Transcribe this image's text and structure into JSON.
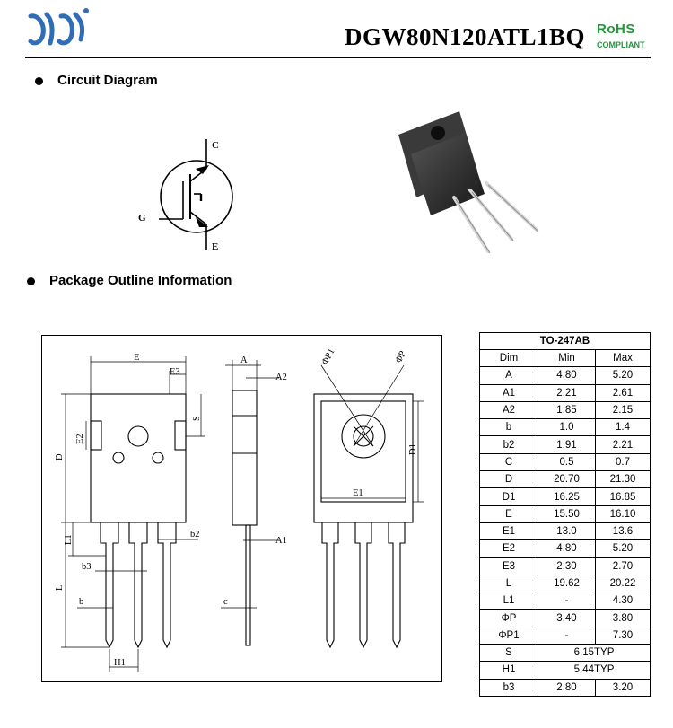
{
  "header": {
    "part_number": "DGW80N120ATL1BQ",
    "rohs_label": "RoHS",
    "rohs_sub": "COMPLIANT"
  },
  "sections": {
    "circuit": "Circuit Diagram",
    "package": "Package Outline Information"
  },
  "circuit": {
    "pin_c": "C",
    "pin_g": "G",
    "pin_e": "E"
  },
  "drawing_labels": {
    "E": "E",
    "E3": "E3",
    "E2": "E2",
    "S": "S",
    "D": "D",
    "L1": "L1",
    "b3": "b3",
    "L": "L",
    "b": "b",
    "b2": "b2",
    "H1": "H1",
    "A": "A",
    "A2": "A2",
    "A1": "A1",
    "c": "c",
    "phiP1": "ΦP1",
    "phiP": "ΦP",
    "D1": "D1",
    "E1": "E1"
  },
  "table": {
    "package": "TO-247AB",
    "headers": [
      "Dim",
      "Min",
      "Max"
    ],
    "rows": [
      {
        "dim": "A",
        "min": "4.80",
        "max": "5.20"
      },
      {
        "dim": "A1",
        "min": "2.21",
        "max": "2.61"
      },
      {
        "dim": "A2",
        "min": "1.85",
        "max": "2.15"
      },
      {
        "dim": "b",
        "min": "1.0",
        "max": "1.4"
      },
      {
        "dim": "b2",
        "min": "1.91",
        "max": "2.21"
      },
      {
        "dim": "C",
        "min": "0.5",
        "max": "0.7"
      },
      {
        "dim": "D",
        "min": "20.70",
        "max": "21.30"
      },
      {
        "dim": "D1",
        "min": "16.25",
        "max": "16.85"
      },
      {
        "dim": "E",
        "min": "15.50",
        "max": "16.10"
      },
      {
        "dim": "E1",
        "min": "13.0",
        "max": "13.6"
      },
      {
        "dim": "E2",
        "min": "4.80",
        "max": "5.20"
      },
      {
        "dim": "E3",
        "min": "2.30",
        "max": "2.70"
      },
      {
        "dim": "L",
        "min": "19.62",
        "max": "20.22"
      },
      {
        "dim": "L1",
        "min": "-",
        "max": "4.30"
      },
      {
        "dim": "ΦP",
        "min": "3.40",
        "max": "3.80"
      },
      {
        "dim": "ΦP1",
        "min": "-",
        "max": "7.30"
      },
      {
        "dim": "S",
        "typ": "6.15TYP"
      },
      {
        "dim": "H1",
        "typ": "5.44TYP"
      },
      {
        "dim": "b3",
        "min": "2.80",
        "max": "3.20"
      }
    ]
  },
  "colors": {
    "rohs_green": "#1e9a3c",
    "logo_blue": "#2f6db6"
  }
}
